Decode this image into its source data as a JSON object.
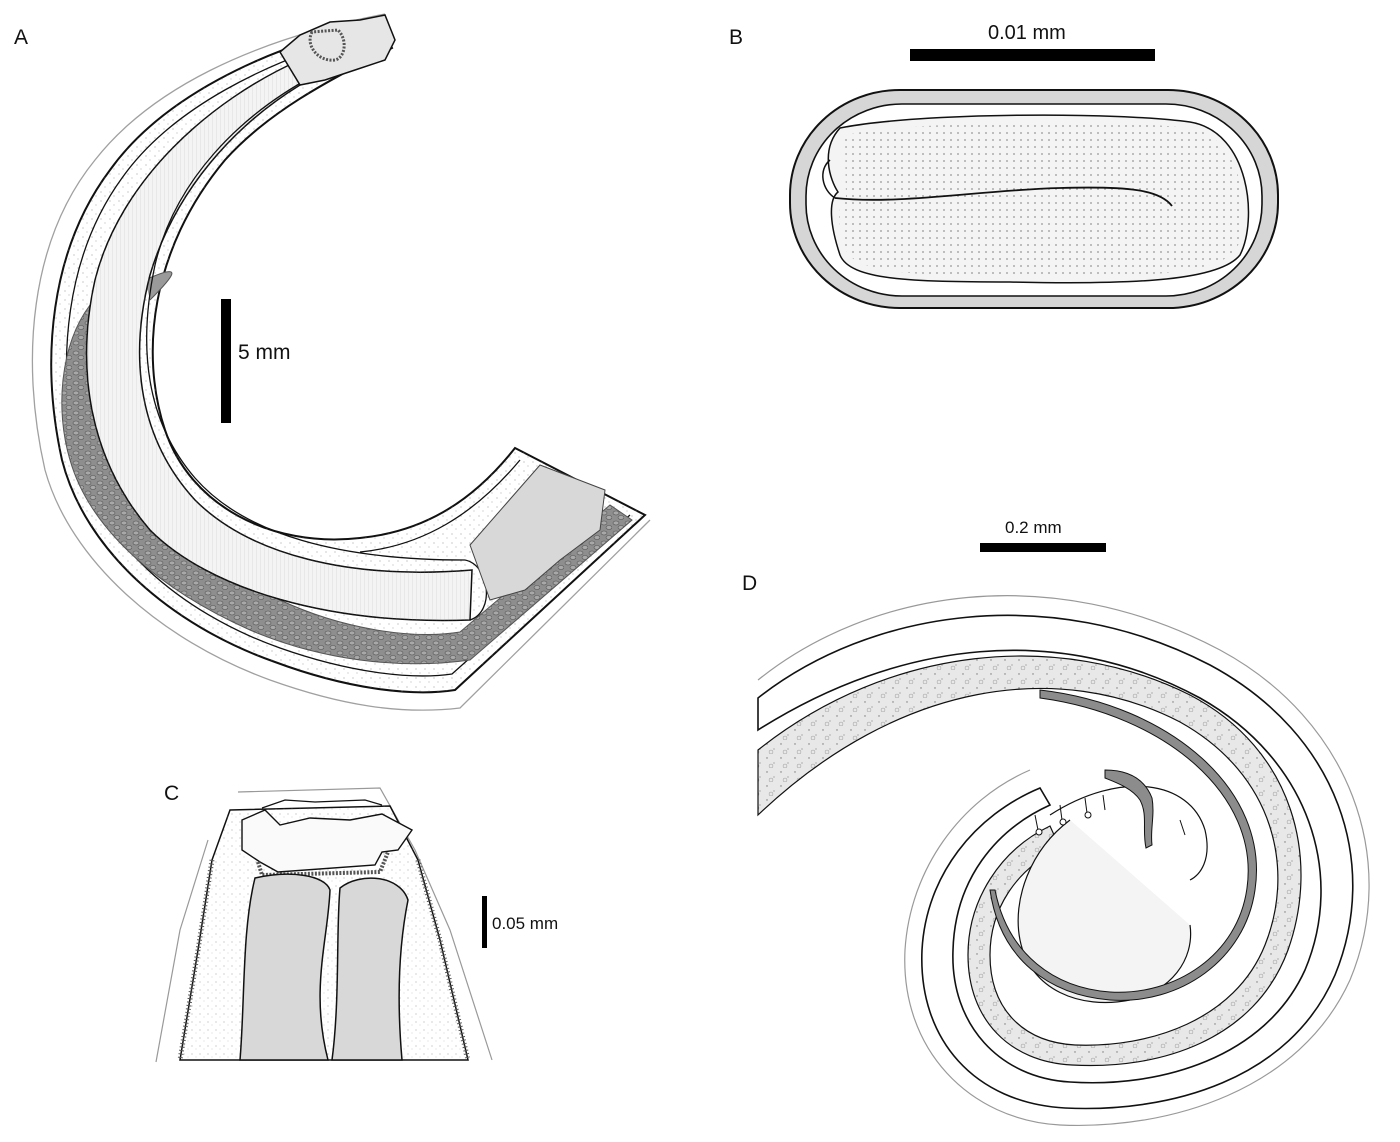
{
  "panels": {
    "a": {
      "letter": "A",
      "scale_label": "5 mm"
    },
    "b": {
      "letter": "B",
      "scale_label": "0.01 mm"
    },
    "c": {
      "letter": "C",
      "scale_label": "0.05 mm"
    },
    "d": {
      "letter": "D",
      "scale_label": "0.2 mm"
    }
  },
  "colors": {
    "line": "#111111",
    "outer_cuticle": "#9a9a9a",
    "light_fill": "#f2f2f2",
    "mid_fill": "#d9d9d9",
    "dark_fill": "#8c8c8c",
    "stipple": "#555555"
  }
}
